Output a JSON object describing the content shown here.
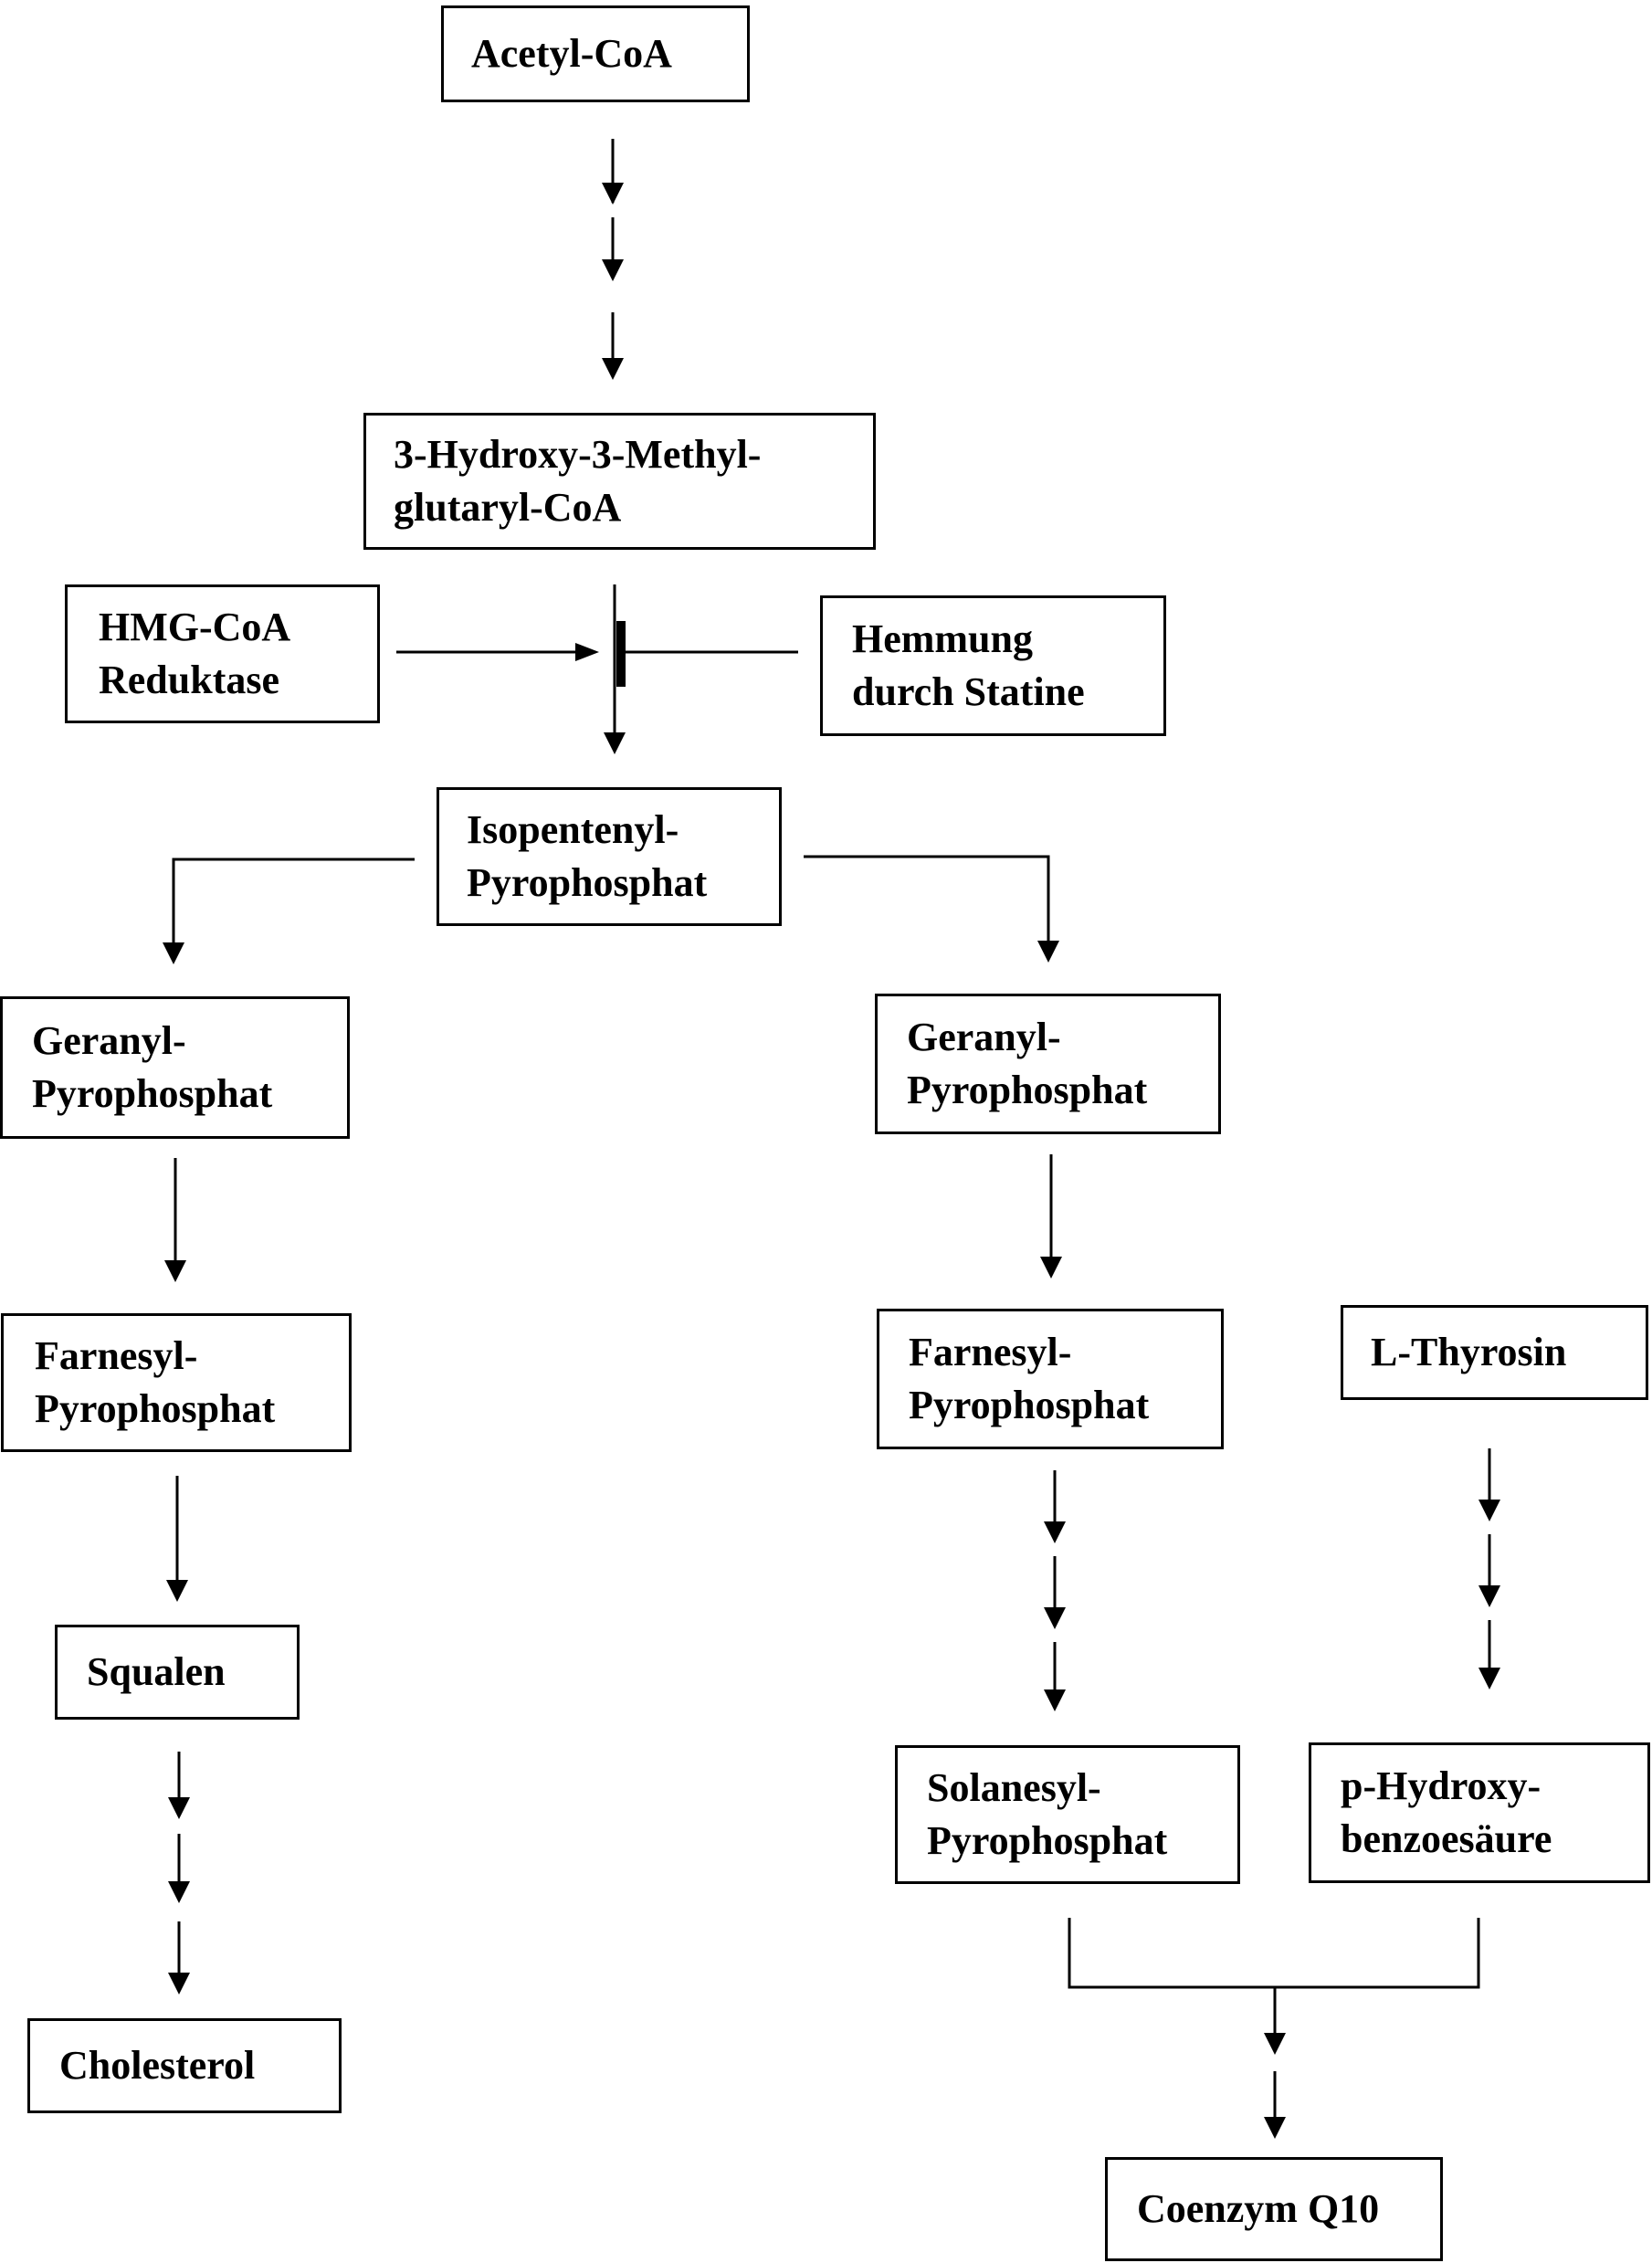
{
  "nodes": {
    "acetyl_coa": {
      "lines": [
        "Acetyl-CoA"
      ]
    },
    "hmg_coa": {
      "lines": [
        "3-Hydroxy-3-Methyl-",
        "glutaryl-CoA"
      ]
    },
    "hmg_coa_reduktase": {
      "lines": [
        "HMG-CoA",
        "Reduktase"
      ]
    },
    "hemmung": {
      "lines": [
        "Hemmung",
        "durch Statine"
      ]
    },
    "isopentenyl": {
      "lines": [
        "Isopentenyl-",
        "Pyrophosphat"
      ]
    },
    "geranyl_left": {
      "lines": [
        "Geranyl-",
        "Pyrophosphat"
      ]
    },
    "geranyl_right": {
      "lines": [
        "Geranyl-",
        "Pyrophosphat"
      ]
    },
    "farnesyl_left": {
      "lines": [
        "Farnesyl-",
        "Pyrophosphat"
      ]
    },
    "farnesyl_right": {
      "lines": [
        "Farnesyl-",
        "Pyrophosphat"
      ]
    },
    "l_thyrosin": {
      "lines": [
        "L-Thyrosin"
      ]
    },
    "squalen": {
      "lines": [
        "Squalen"
      ]
    },
    "solanesyl": {
      "lines": [
        "Solanesyl-",
        "Pyrophosphat"
      ]
    },
    "p_hydroxy": {
      "lines": [
        "p-Hydroxy-",
        "benzoesäure"
      ]
    },
    "cholesterol": {
      "lines": [
        "Cholesterol"
      ]
    },
    "coenzym_q10": {
      "lines": [
        "Coenzym Q10"
      ]
    }
  },
  "colors": {
    "line": "#000000",
    "box_fill": "#ffffff",
    "text": "#000000"
  }
}
